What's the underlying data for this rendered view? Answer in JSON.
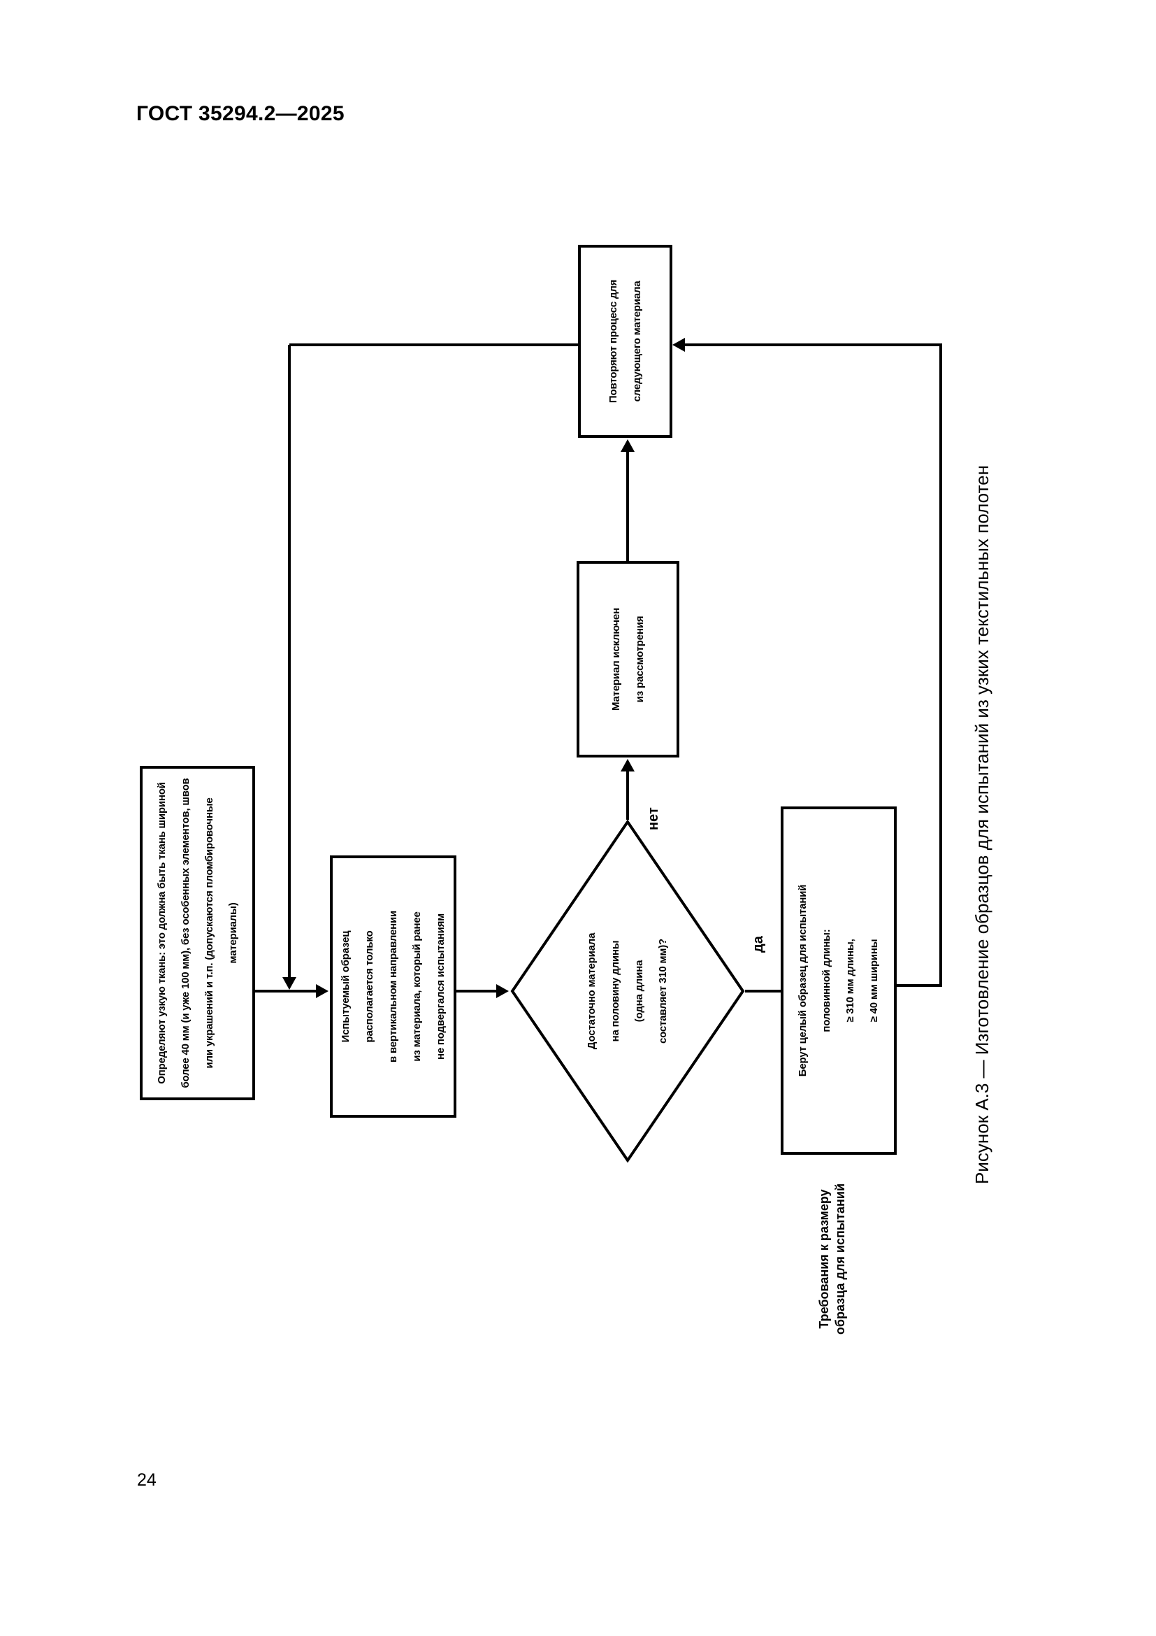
{
  "page": {
    "header": "ГОСТ 35294.2—2025",
    "page_number": "24"
  },
  "colors": {
    "line": "#000000",
    "text": "#000000",
    "background": "#ffffff"
  },
  "flowchart": {
    "box_define": {
      "lines": [
        "Определяют узкую ткань: это должна быть ткань шириной",
        "более 40 мм (и уже 100 мм), без особенных элементов, швов",
        "или украшений и т.п. (допускаются пломбировочные",
        "материалы)"
      ]
    },
    "box_specimen": {
      "lines": [
        "Испытуемый образец",
        "располагается только",
        "в вертикальном направлении",
        "из материала, который ранее",
        "не подвергался испытаниям"
      ]
    },
    "decision_enough": {
      "lines": [
        "Достаточно материала",
        "на половину длины",
        "(одна длина",
        "составляет 310 мм)?"
      ]
    },
    "box_excluded": {
      "lines": [
        "Материал исключен",
        "из рассмотрения"
      ]
    },
    "box_repeat": {
      "lines": [
        "Повторяют процесс для",
        "следующего материала"
      ]
    },
    "box_take": {
      "lines": [
        "Берут целый образец для испытаний",
        "половинной длины:",
        "≥ 310 мм длины,",
        "≥ 40 мм ширины"
      ]
    },
    "label_no": "нет",
    "label_yes": "да",
    "size_note": {
      "lines": [
        "Требования к размеру",
        "образца для испытаний"
      ]
    },
    "caption": "Рисунок А.3 — Изготовление образцов для испытаний из узких текстильных полотен"
  }
}
